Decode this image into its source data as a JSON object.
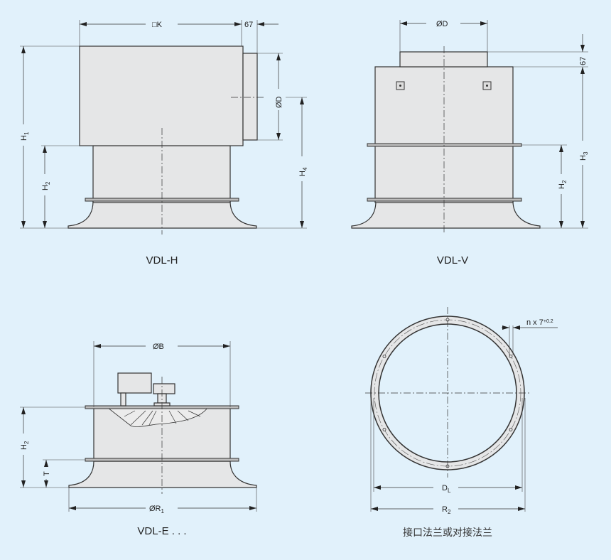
{
  "views": {
    "vdl_h": {
      "caption": "VDL-H",
      "dim_k": "□K",
      "dim_67": "67",
      "dim_d": "ØD",
      "h1": {
        "main": "H",
        "sub": "1"
      },
      "h2": {
        "main": "H",
        "sub": "2"
      },
      "h4": {
        "main": "H",
        "sub": "4"
      }
    },
    "vdl_v": {
      "caption": "VDL-V",
      "dim_d": "ØD",
      "dim_67": "67",
      "h2": {
        "main": "H",
        "sub": "2"
      },
      "h3": {
        "main": "H",
        "sub": "3"
      }
    },
    "vdl_e": {
      "caption": "VDL-E . . .",
      "dim_b": "ØB",
      "r1": {
        "main": "ØR",
        "sub": "1"
      },
      "h2": {
        "main": "H",
        "sub": "2"
      },
      "t": "T"
    },
    "flange": {
      "caption": "接口法兰或对接法兰",
      "holes": {
        "main": "n x 7",
        "sup": "+0.2"
      },
      "dl": {
        "main": "D",
        "sub": "L"
      },
      "r2": {
        "main": "R",
        "sub": "2"
      }
    }
  },
  "colors": {
    "background": "#e1f1fb",
    "fill": "#e5e6e7",
    "line": "#333333"
  }
}
